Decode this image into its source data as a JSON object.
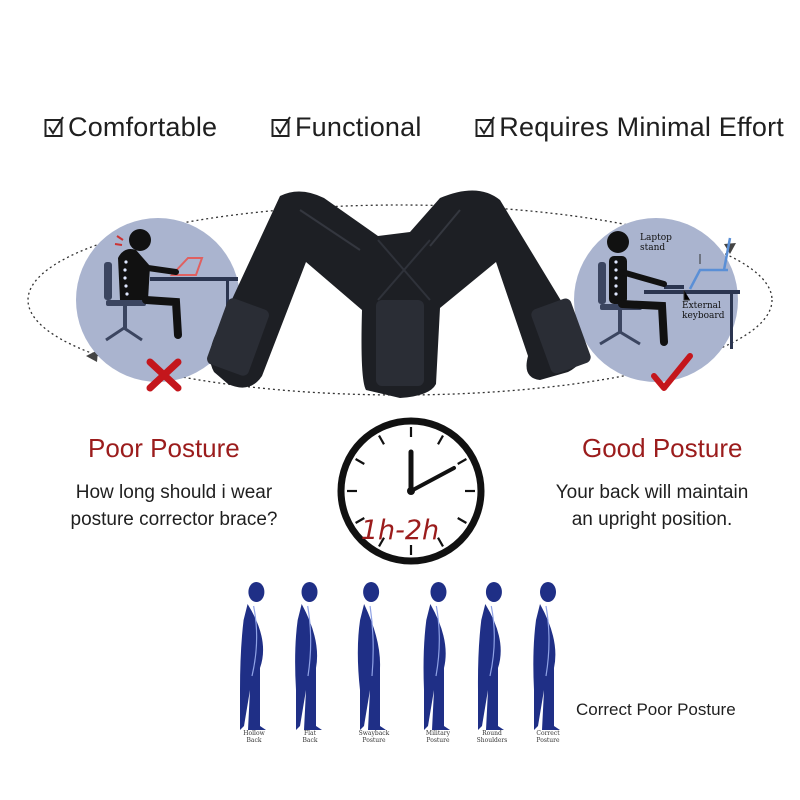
{
  "features": [
    {
      "label": "Comfortable",
      "icon": "checkbox-icon"
    },
    {
      "label": "Functional",
      "icon": "checkbox-icon"
    },
    {
      "label": "Requires Minimal Effort",
      "icon": "checkbox-icon"
    }
  ],
  "poor": {
    "title": "Poor Posture",
    "desc_line1": "How long should i wear",
    "desc_line2": "posture corrector brace?",
    "mark_icon": "x-mark-icon"
  },
  "good": {
    "title": "Good Posture",
    "desc_line1": "Your back will maintain",
    "desc_line2": "an upright position.",
    "mark_icon": "check-mark-icon",
    "labels": {
      "laptop_stand_1": "Laptop",
      "laptop_stand_2": "stand",
      "keyboard_1": "External",
      "keyboard_2": "keyboard"
    }
  },
  "clock": {
    "label": "1h-2h"
  },
  "figures": {
    "caption": "Correct Poor Posture",
    "items": [
      {
        "line1": "Hollow",
        "line2": "Back"
      },
      {
        "line1": "Flat",
        "line2": "Back"
      },
      {
        "line1": "Swayback",
        "line2": "Posture"
      },
      {
        "line1": "Military",
        "line2": "Posture"
      },
      {
        "line1": "Round",
        "line2": "Shoulders"
      },
      {
        "line1": "Correct",
        "line2": "Posture"
      }
    ]
  },
  "colors": {
    "accent_red": "#9b1c1c",
    "figure_blue": "#1f2f86",
    "circle_bg": "#aab4cf",
    "brace_dark": "#1d1f24"
  }
}
